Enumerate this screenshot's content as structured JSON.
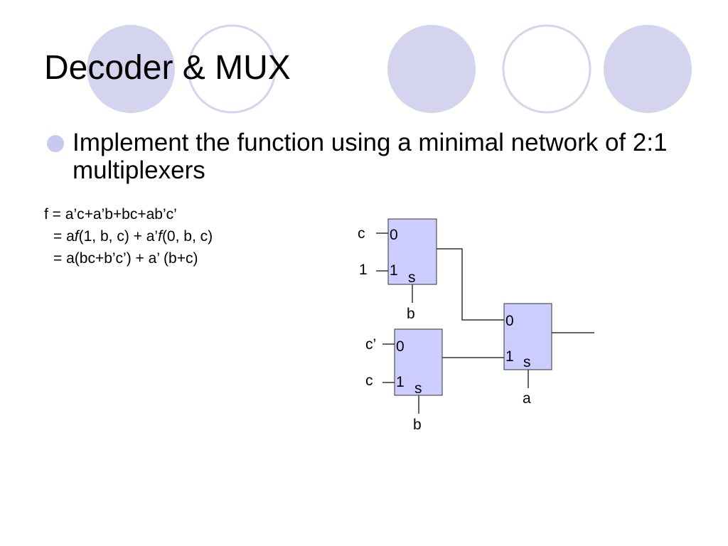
{
  "slide": {
    "title": "Decoder & MUX",
    "bullet": "Implement the function using a minimal network of 2:1 multiplexers",
    "formula": {
      "line1": "f = a’c+a’b+bc+ab’c’",
      "line2": {
        "prefix": "= a",
        "f1": "f",
        "mid": "(1, b, c) + a’",
        "f2": "f",
        "suffix": "(0, b, c)"
      },
      "line3": "= a(bc+b’c’) + a’ (b+c)"
    }
  },
  "circuit": {
    "mux_top": {
      "in0_label": "0",
      "in1_label": "1",
      "sel_label": "s",
      "in0_signal": "c",
      "in1_signal": "1",
      "sel_signal": "b"
    },
    "mux_bottom": {
      "in0_label": "0",
      "in1_label": "1",
      "sel_label": "s",
      "in0_signal": "c’",
      "in1_signal": "c",
      "sel_signal": "b"
    },
    "mux_out": {
      "in0_label": "0",
      "in1_label": "1",
      "sel_label": "s",
      "sel_signal": "a"
    }
  },
  "colors": {
    "decor_fill": "#d4d4ee",
    "decor_ring": "#d4d4ee",
    "mux_fill": "#ccccff",
    "bullet": "#c9c9ef"
  }
}
